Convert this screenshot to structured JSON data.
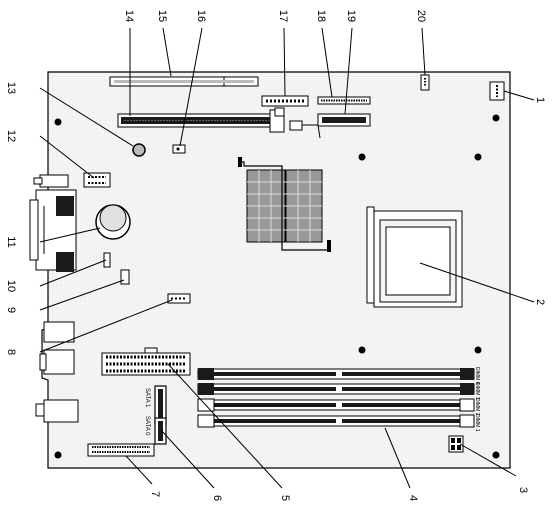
{
  "callouts": [
    "1",
    "2",
    "3",
    "4",
    "5",
    "6",
    "7",
    "8",
    "9",
    "10",
    "11",
    "12",
    "13",
    "14",
    "15",
    "16",
    "17",
    "18",
    "19",
    "20"
  ],
  "dimm_labels": [
    "DIMM 4",
    "DIMM 3",
    "DIMM 2",
    "DIMM 1"
  ],
  "sata_labels": [
    "SATA 1",
    "SATA 0"
  ],
  "colors": {
    "line": "#000000",
    "board": "#f2f2f2",
    "slot_dark": "#1a1a1a"
  }
}
